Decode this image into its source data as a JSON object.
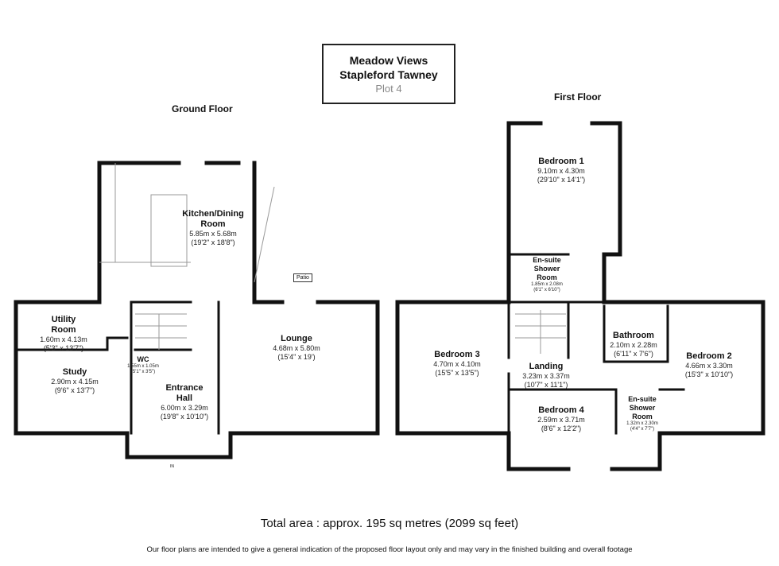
{
  "title": {
    "line1": "Meadow Views",
    "line2": "Stapleford Tawney",
    "line3": "Plot 4"
  },
  "ground_floor": {
    "label": "Ground Floor",
    "rooms": [
      {
        "name": "Kitchen/Dining Room",
        "name1": "Kitchen/Dining",
        "name2": "Room",
        "metric": "5.85m x 5.68m",
        "imperial": "(19'2\" x 18'8\")"
      },
      {
        "name": "Utility Room",
        "name1": "Utility",
        "name2": "Room",
        "metric": "1.60m x 4.13m",
        "imperial": "(5'3\" x 13'7\")"
      },
      {
        "name": "Study",
        "metric": "2.90m x 4.15m",
        "imperial": "(9'6\" x 13'7\")"
      },
      {
        "name": "WC",
        "metric": "1.55m x 1.05m",
        "imperial": "(5'1\" x 3'5\")"
      },
      {
        "name": "Entrance Hall",
        "name1": "Entrance",
        "name2": "Hall",
        "metric": "6.00m x 3.29m",
        "imperial": "(19'8\" x 10'10\")"
      },
      {
        "name": "Lounge",
        "metric": "4.68m x 5.80m",
        "imperial": "(15'4\" x 19')"
      }
    ],
    "patio": "Patio",
    "entrance": "IN"
  },
  "first_floor": {
    "label": "First Floor",
    "rooms": [
      {
        "name": "Bedroom 1",
        "metric": "9.10m x 4.30m",
        "imperial": "(29'10\" x 14'1\")"
      },
      {
        "name": "En-suite Shower Room",
        "name1": "En-suite",
        "name2": "Shower",
        "name3": "Room",
        "metric": "1.85m x 2.08m",
        "imperial": "(6'1\" x 6'10\")"
      },
      {
        "name": "Bathroom",
        "metric": "2.10m x 2.28m",
        "imperial": "(6'11\" x 7'6\")"
      },
      {
        "name": "Bedroom 3",
        "metric": "4.70m x 4.10m",
        "imperial": "(15'5\" x 13'5\")"
      },
      {
        "name": "Landing",
        "metric": "3.23m x 3.37m",
        "imperial": "(10'7\" x 11'1\")"
      },
      {
        "name": "Bedroom 2",
        "metric": "4.66m x 3.30m",
        "imperial": "(15'3\" x 10'10\")"
      },
      {
        "name": "Bedroom 4",
        "metric": "2.59m x 3.71m",
        "imperial": "(8'6\" x 12'2\")"
      },
      {
        "name": "En-suite Shower Room",
        "name1": "En-suite",
        "name2": "Shower",
        "name3": "Room",
        "metric": "1.32m x 2.30m",
        "imperial": "(4'4\" x 7'7\")"
      }
    ]
  },
  "total_area": "Total area : approx. 195 sq metres (2099 sq feet)",
  "disclaimer": "Our floor plans are intended to give a general indication of the proposed floor layout only and may vary in the finished building and overall footage"
}
